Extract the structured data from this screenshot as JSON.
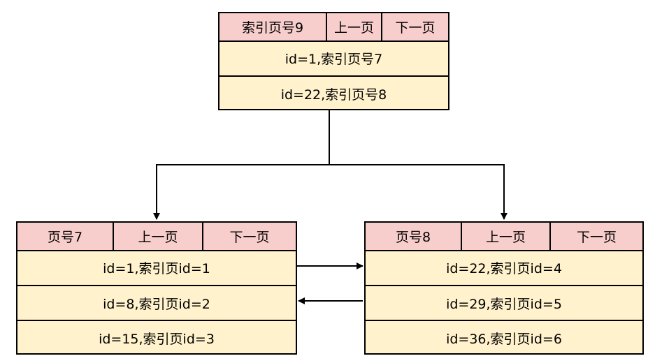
{
  "root": {
    "header": [
      "索引页号9",
      "上一页",
      "下一页"
    ],
    "rows": [
      "id=1,索引页号7",
      "id=22,索引页号8"
    ]
  },
  "left": {
    "header": [
      "页号7",
      "上一页",
      "下一页"
    ],
    "rows": [
      "id=1,索引页id=1",
      "id=8,索引页id=2",
      "id=15,索引页id=3"
    ]
  },
  "right": {
    "header": [
      "页号8",
      "上一页",
      "下一页"
    ],
    "rows": [
      "id=22,索引页id=4",
      "id=29,索引页id=5",
      "id=36,索引页id=6"
    ]
  },
  "colors": {
    "header_fill": "#f8cecc",
    "row_fill": "#fff2cc",
    "stroke": "#000000"
  }
}
